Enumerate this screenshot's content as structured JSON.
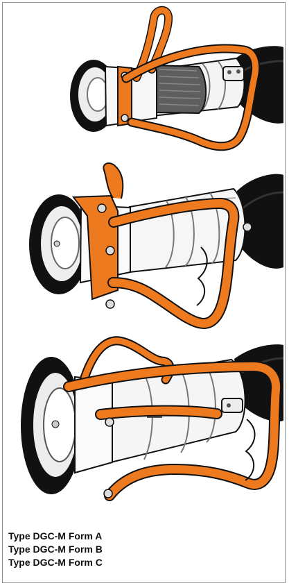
{
  "captions": [
    "Type DGC-M Form A",
    "Type DGC-M Form B",
    "Type DGC-M Form C"
  ],
  "colors": {
    "accent_orange": "#ee7a1f",
    "hose_black": "#111111",
    "metal_light": "#f2f2f2",
    "frame_gray": "#8d8d8d"
  }
}
